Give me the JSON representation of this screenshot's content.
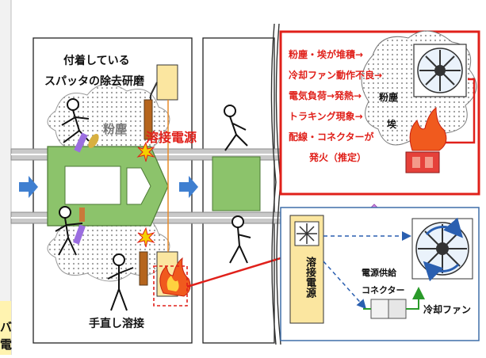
{
  "left_panel": {
    "label_attached": "付着している",
    "label_spatter": "スパッタの除去研磨",
    "label_dust": "粉塵",
    "label_welding_power": "溶接電源",
    "label_manual_weld": "手直し溶接"
  },
  "cause_box": {
    "lines": [
      "粉塵・埃が堆積→",
      "冷却ファン動作不良→",
      "電気負荷→発熱→",
      "トラキング現象→",
      "配線・コネクターが",
      "発火（推定）"
    ],
    "dust_label_1": "粉塵",
    "dust_label_2": "埃"
  },
  "equipment_box": {
    "welding_power": "溶接電源",
    "power_supply": "電源供給",
    "connector": "コネクター",
    "cooling_fan": "冷却ファン"
  },
  "edge_fragments": {
    "char1": "バ",
    "char2": "電"
  },
  "colors": {
    "accent_red": "#e0201a",
    "conveyor_green": "#8cc36b",
    "arrow_blue": "#3f7fd0",
    "highlight_pink": "#d890e8",
    "yellow_box": "#fbe6a0"
  }
}
